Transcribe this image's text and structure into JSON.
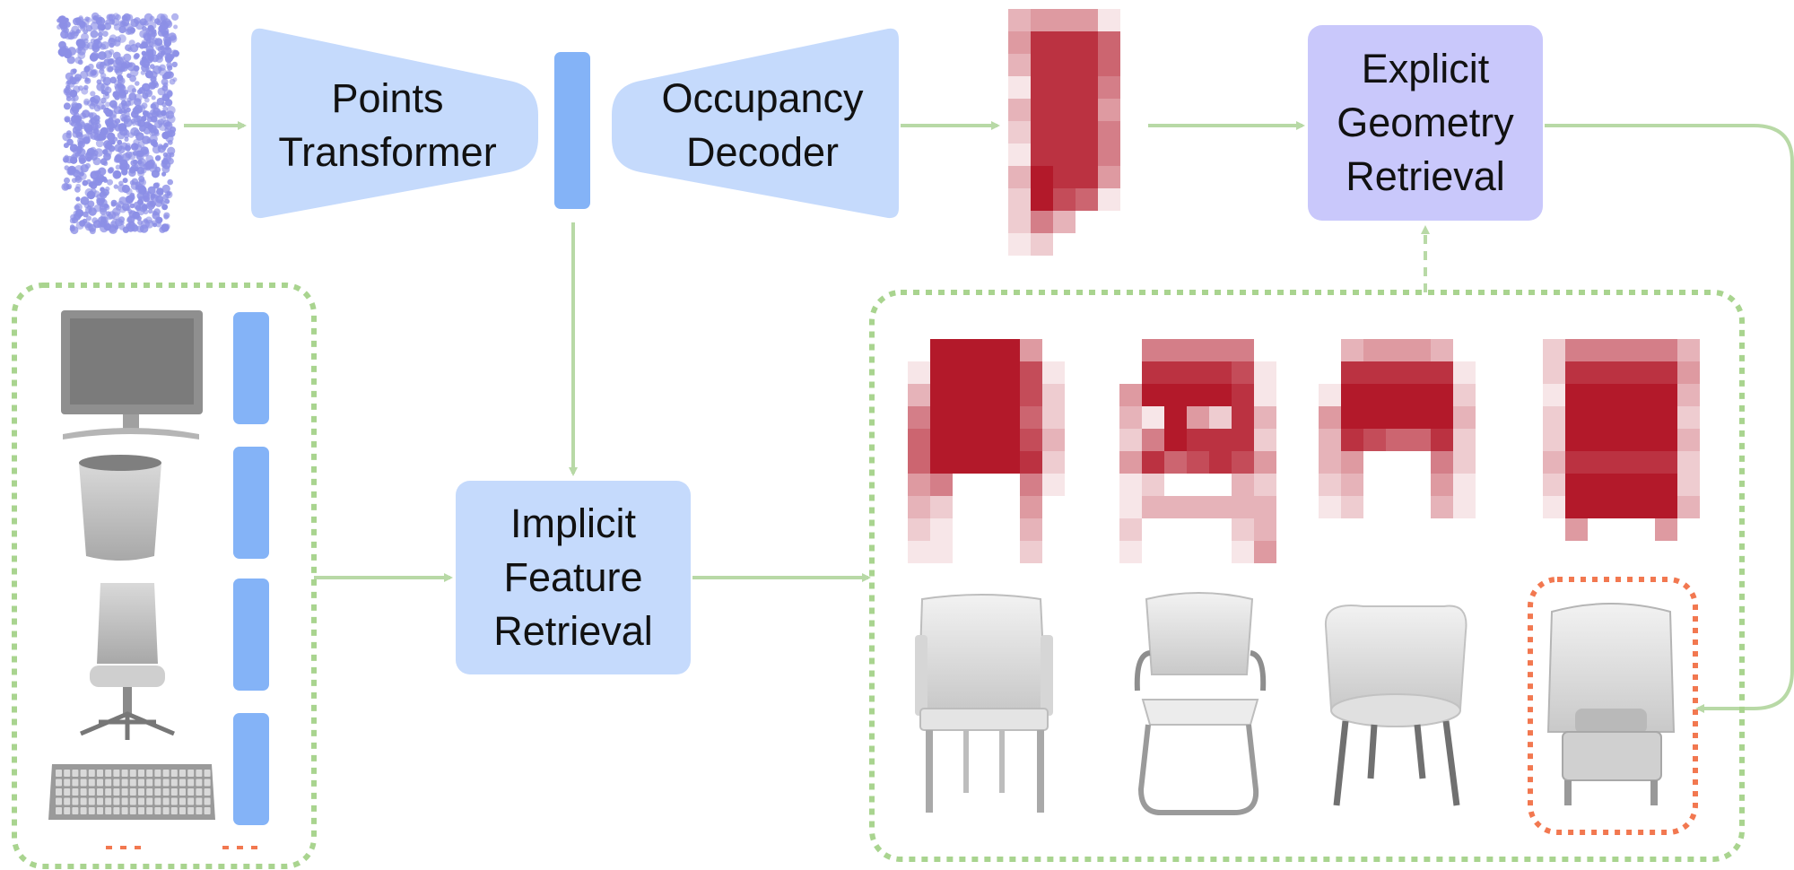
{
  "modules": {
    "encoder": {
      "lines": [
        "Points",
        "Transformer"
      ]
    },
    "decoder": {
      "lines": [
        "Occupancy",
        "Decoder"
      ]
    },
    "explicit": {
      "lines": [
        "Explicit",
        "Geometry",
        "Retrieval"
      ]
    },
    "implicit": {
      "lines": [
        "Implicit",
        "Feature",
        "Retrieval"
      ]
    }
  },
  "database_items": [
    "monitor",
    "wastebasket",
    "office chair",
    "keyboard"
  ],
  "candidate_chairs": [
    "armchair",
    "cantilever chair",
    "tub chair",
    "wingback chair"
  ],
  "colors": {
    "module_fill": "#c5dafc",
    "explicit_fill": "#c9c8fb",
    "latent_fill": "#84b3f7",
    "arrow": "#b8d9a6",
    "dashed_frame": "#a9d48f",
    "selection": "#f27850",
    "voxel": "#b3192a",
    "points": "#8c8fe6"
  },
  "icons": {
    "ellipsis": "ellipsis-icon",
    "arrow": "arrow-right-icon"
  }
}
